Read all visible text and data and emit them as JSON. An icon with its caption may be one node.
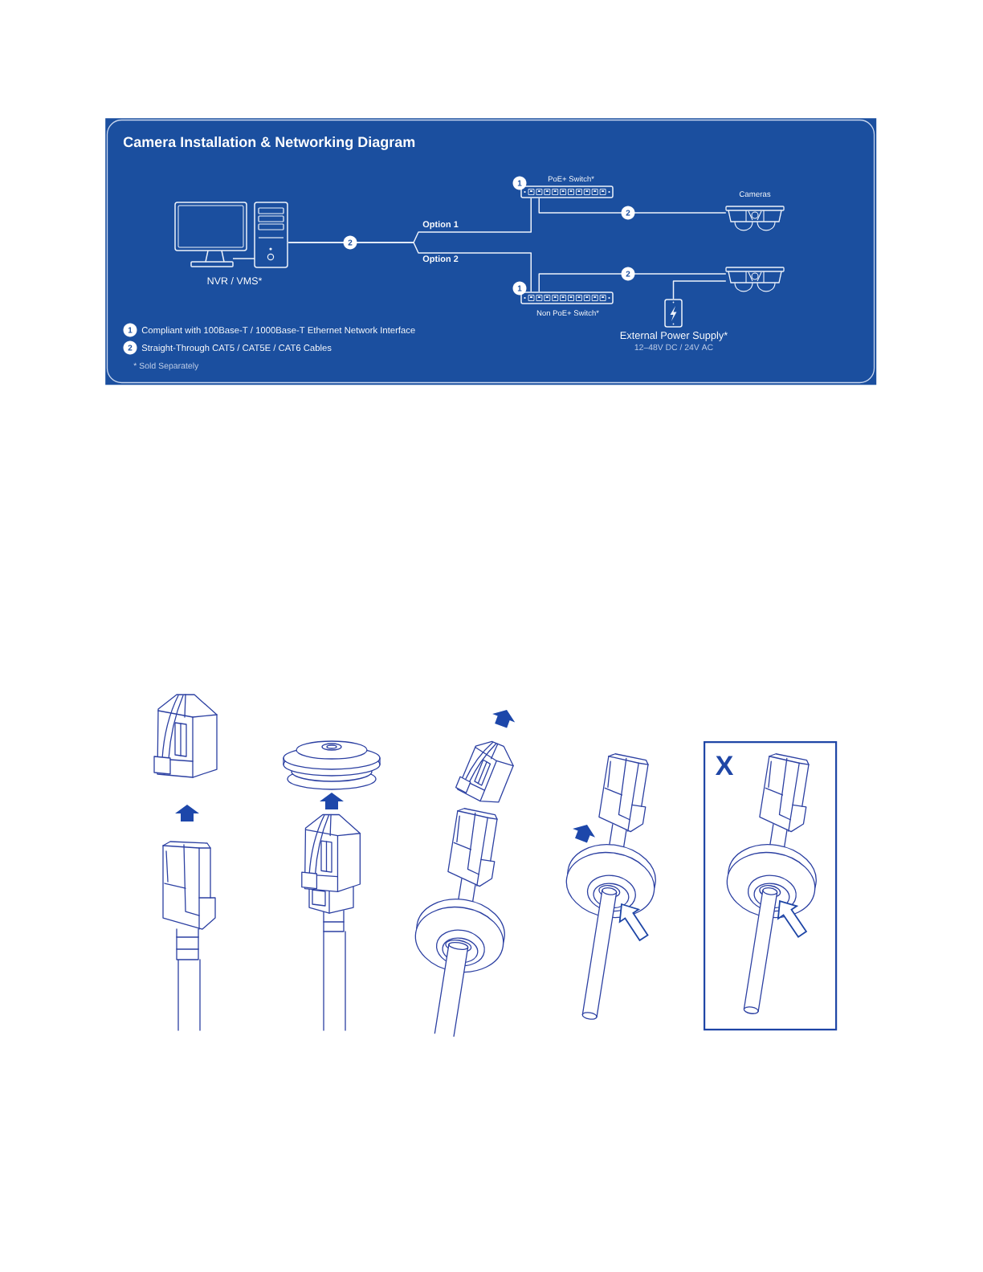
{
  "diagram": {
    "nodes": [
      {
        "text": [
          "Camera Installation & Networking Diagram"
        ]
      },
      {
        "text": [
          "NVR / VMS*"
        ],
        "in": 0
      },
      {
        "text": [
          "1",
          "PoE+ Switch*"
        ],
        "in": 0
      },
      {
        "text": [
          "Cameras"
        ],
        "in": 0
      },
      {
        "text": [],
        "shape": "picture",
        "in": 0
      },
      {
        "text": [
          "1",
          "Non PoE+ Switch*"
        ],
        "in": 0
      },
      {
        "text": [
          "External Power Supply*",
          "12–48V DC / 24V AC"
        ],
        "in": 0
      },
      {
        "text": [
          "X"
        ]
      }
    ],
    "edges": [
      {
        "from": 1,
        "to": 2,
        "arrow": "none",
        "label": "Option 1"
      },
      {
        "from": 1,
        "to": 5,
        "arrow": "none",
        "label": "Option 2"
      },
      {
        "from": 2,
        "to": 3,
        "arrow": "none",
        "label": "2"
      },
      {
        "from": 5,
        "to": 4,
        "arrow": "none",
        "label": "2"
      },
      {
        "from": 6,
        "to": 4,
        "arrow": "none"
      }
    ],
    "labels": [
      "2",
      "1",
      "Compliant with 100Base-T / 1000Base-T Ethernet Network Interface",
      "2",
      "Straight-Through CAT5 / CAT5E / CAT6 Cables",
      "* Sold Separately"
    ]
  }
}
